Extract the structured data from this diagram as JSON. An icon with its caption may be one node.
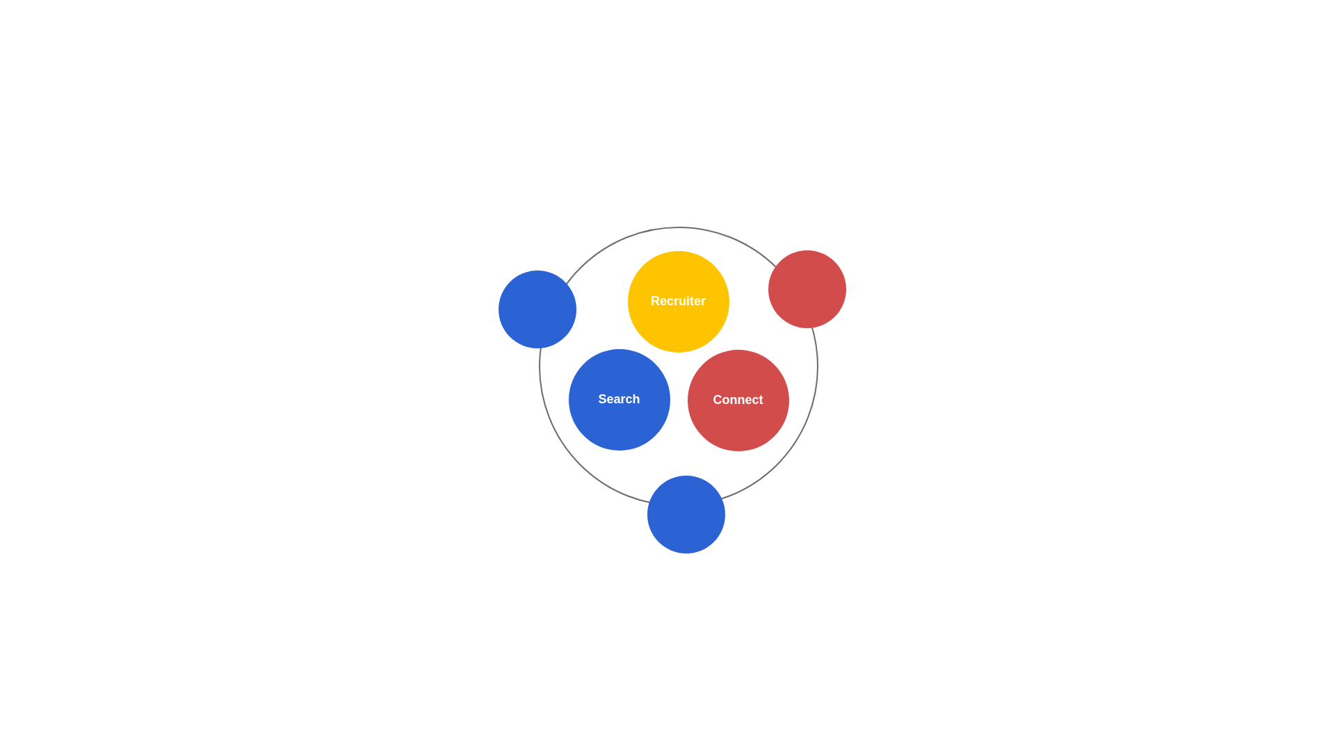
{
  "diagram": {
    "nodes": [
      {
        "text": [],
        "shape": "circle"
      },
      {
        "text": [
          "Recruiter"
        ],
        "in": 0
      },
      {
        "text": [
          "Search"
        ],
        "in": 0
      },
      {
        "text": [
          "Connect"
        ],
        "in": 0
      },
      {
        "text": [],
        "shape": "circle"
      },
      {
        "text": [],
        "shape": "circle"
      },
      {
        "text": [],
        "shape": "circle"
      }
    ]
  }
}
